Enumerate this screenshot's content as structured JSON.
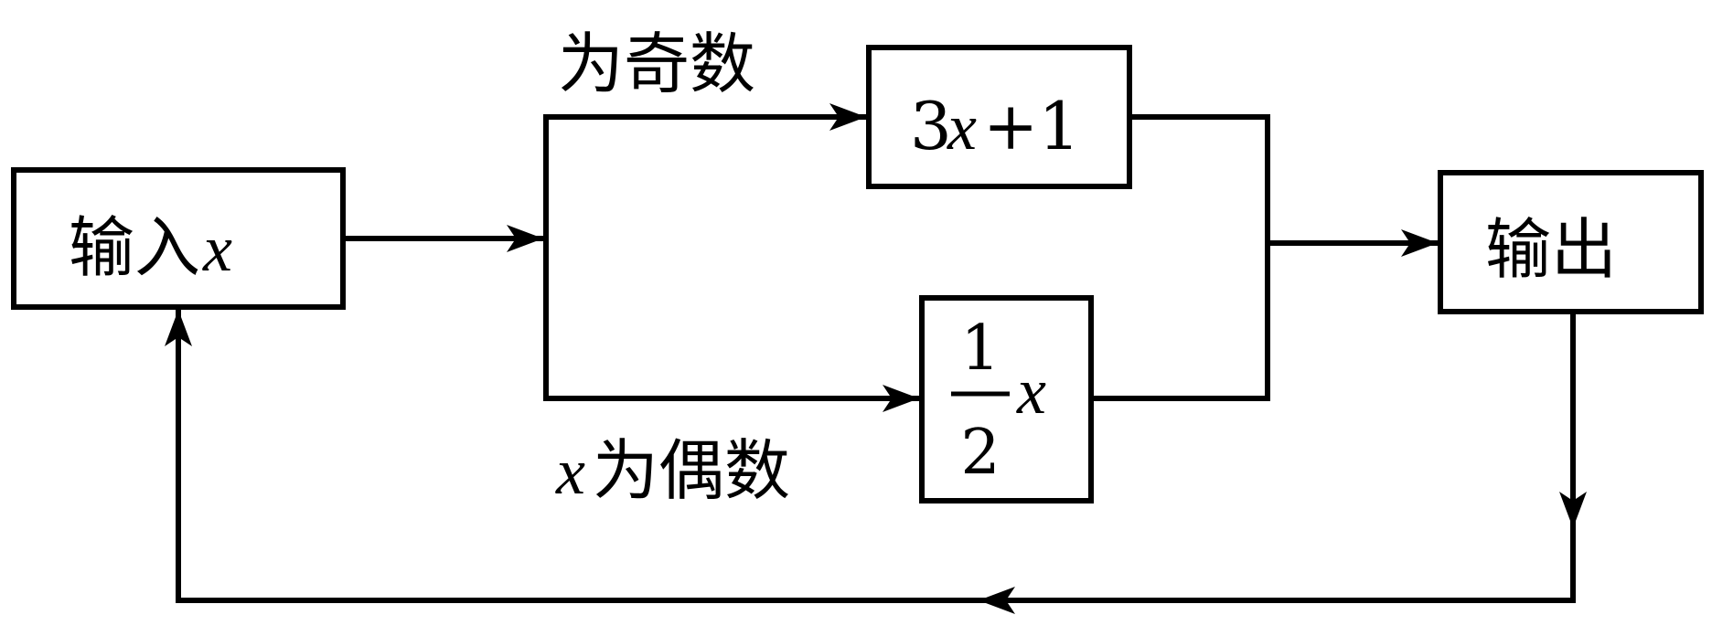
{
  "diagram": {
    "boxes": {
      "input": {
        "label": "输入",
        "var": "x"
      },
      "odd_op": {
        "coef": "3",
        "var": "x",
        "rest": "+1"
      },
      "even_op": {
        "num": "1",
        "den": "2",
        "var": "x"
      },
      "output": {
        "label": "输出"
      }
    },
    "branches": {
      "odd": {
        "label": "为奇数"
      },
      "even": {
        "var": "x",
        "label": "为偶数"
      }
    },
    "colors": {
      "stroke": "#000000",
      "background": "#ffffff"
    }
  }
}
